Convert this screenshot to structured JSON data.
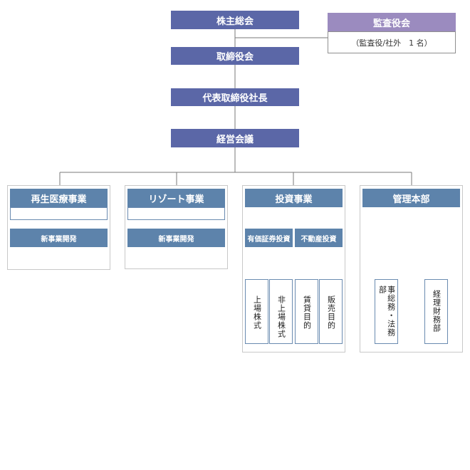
{
  "shareholders_meeting": "株主総会",
  "auditor": {
    "title": "監査役会",
    "note": "（監査役/社外　1 名）"
  },
  "board": "取締役会",
  "president": "代表取締役社長",
  "management_meeting": "経営会議",
  "divisions": [
    {
      "title": "再生医療事業",
      "sub": "新事業開発"
    },
    {
      "title": "リゾート事業",
      "sub": "新事業開発"
    },
    {
      "title": "投資事業",
      "groups": [
        {
          "title": "有価証券投資",
          "items": [
            "上場株式",
            "非上場株式"
          ]
        },
        {
          "title": "不動産投資",
          "items": [
            "賃貸目的",
            "販売目的"
          ]
        }
      ]
    },
    {
      "title": "管理本部",
      "items": [
        "事総務・法務部",
        "経理財務部"
      ]
    }
  ]
}
